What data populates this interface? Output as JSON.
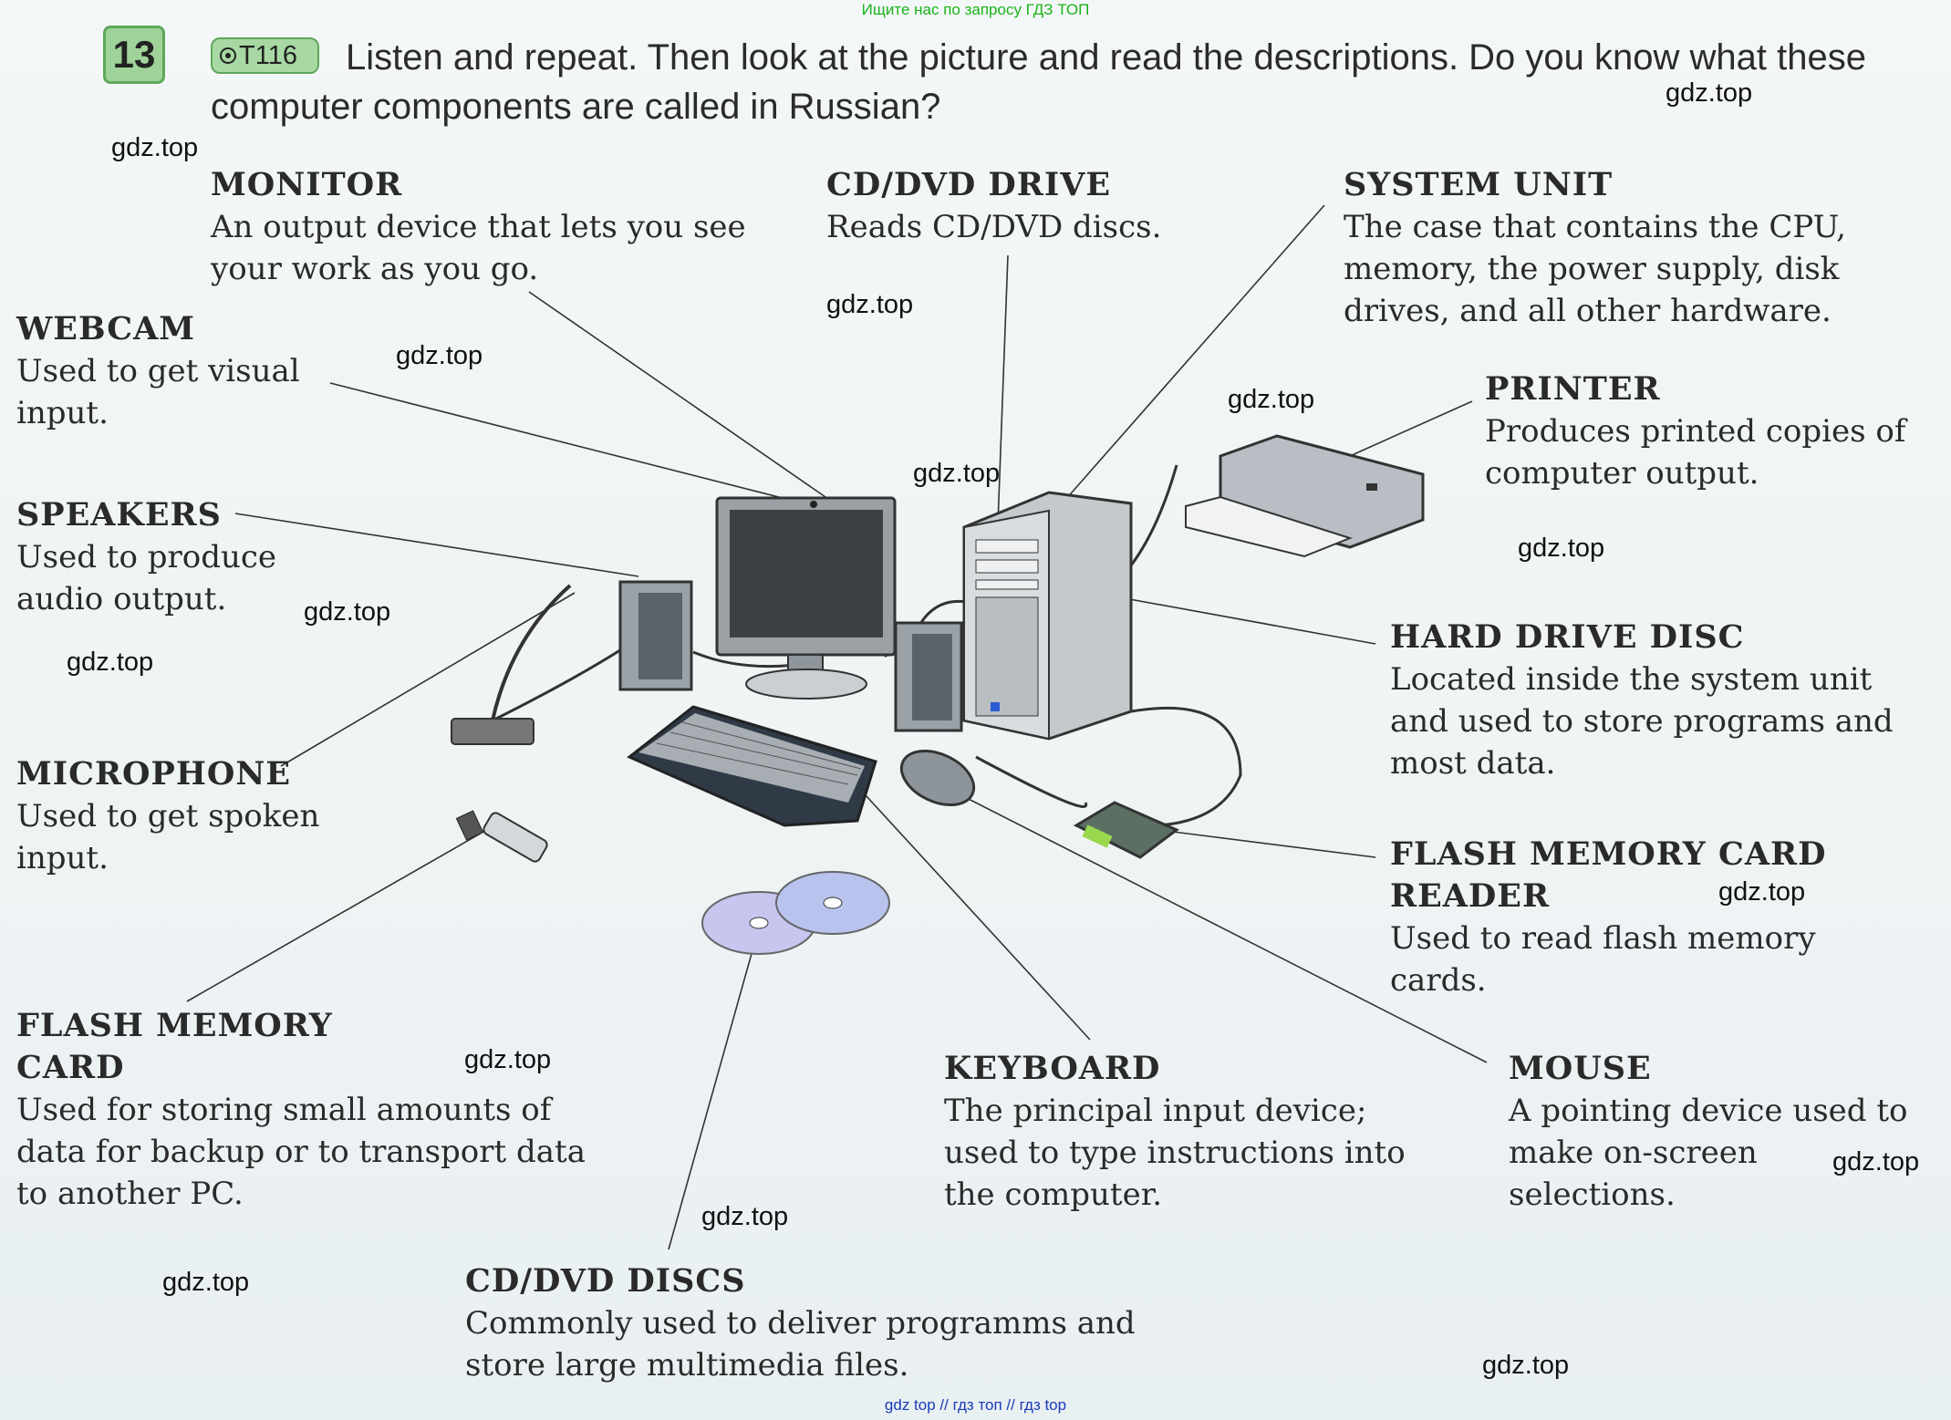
{
  "top_note": "Ищите нас по запросу ГДЗ ТОП",
  "bottom_note": "gdz top  //  гдз топ  //  гдз top",
  "exercise": {
    "number": "13",
    "track": "T116",
    "instruction": "Listen and repeat. Then look at the picture and read the descriptions. Do you know what these computer components are called in Russian?"
  },
  "watermark": "gdz.top",
  "components": {
    "monitor": {
      "title": "MONITOR",
      "desc": "An output device that lets you see your work as you go."
    },
    "cd_drive": {
      "title": "CD/DVD DRIVE",
      "desc": "Reads CD/DVD discs."
    },
    "system_unit": {
      "title": "SYSTEM UNIT",
      "desc": "The case that contains the CPU, memory, the power supply, disk drives, and all other hardware."
    },
    "webcam": {
      "title": "WEBCAM",
      "desc": "Used to get visual input."
    },
    "printer": {
      "title": "PRINTER",
      "desc": "Produces printed copies of computer output."
    },
    "speakers": {
      "title": "SPEAKERS",
      "desc": "Used to produce audio output."
    },
    "hard_drive": {
      "title": "HARD DRIVE DISC",
      "desc": "Located inside the system unit and used to store programs and most data."
    },
    "microphone": {
      "title": "MICROPHONE",
      "desc": "Used to get spoken input."
    },
    "card_reader": {
      "title": "FLASH MEMORY CARD READER",
      "desc": "Used to read flash memory cards."
    },
    "flash_card": {
      "title": "FLASH MEMORY CARD",
      "desc": "Used for storing small amounts of data for backup or to transport data to another PC."
    },
    "keyboard": {
      "title": "KEYBOARD",
      "desc": "The principal input device; used to type instructions into the computer."
    },
    "mouse": {
      "title": "MOUSE",
      "desc": "A pointing device used to make on-screen selections."
    },
    "cd_discs": {
      "title": "CD/DVD DISCS",
      "desc": "Commonly used to deliver programms and store large multimedia files."
    }
  }
}
